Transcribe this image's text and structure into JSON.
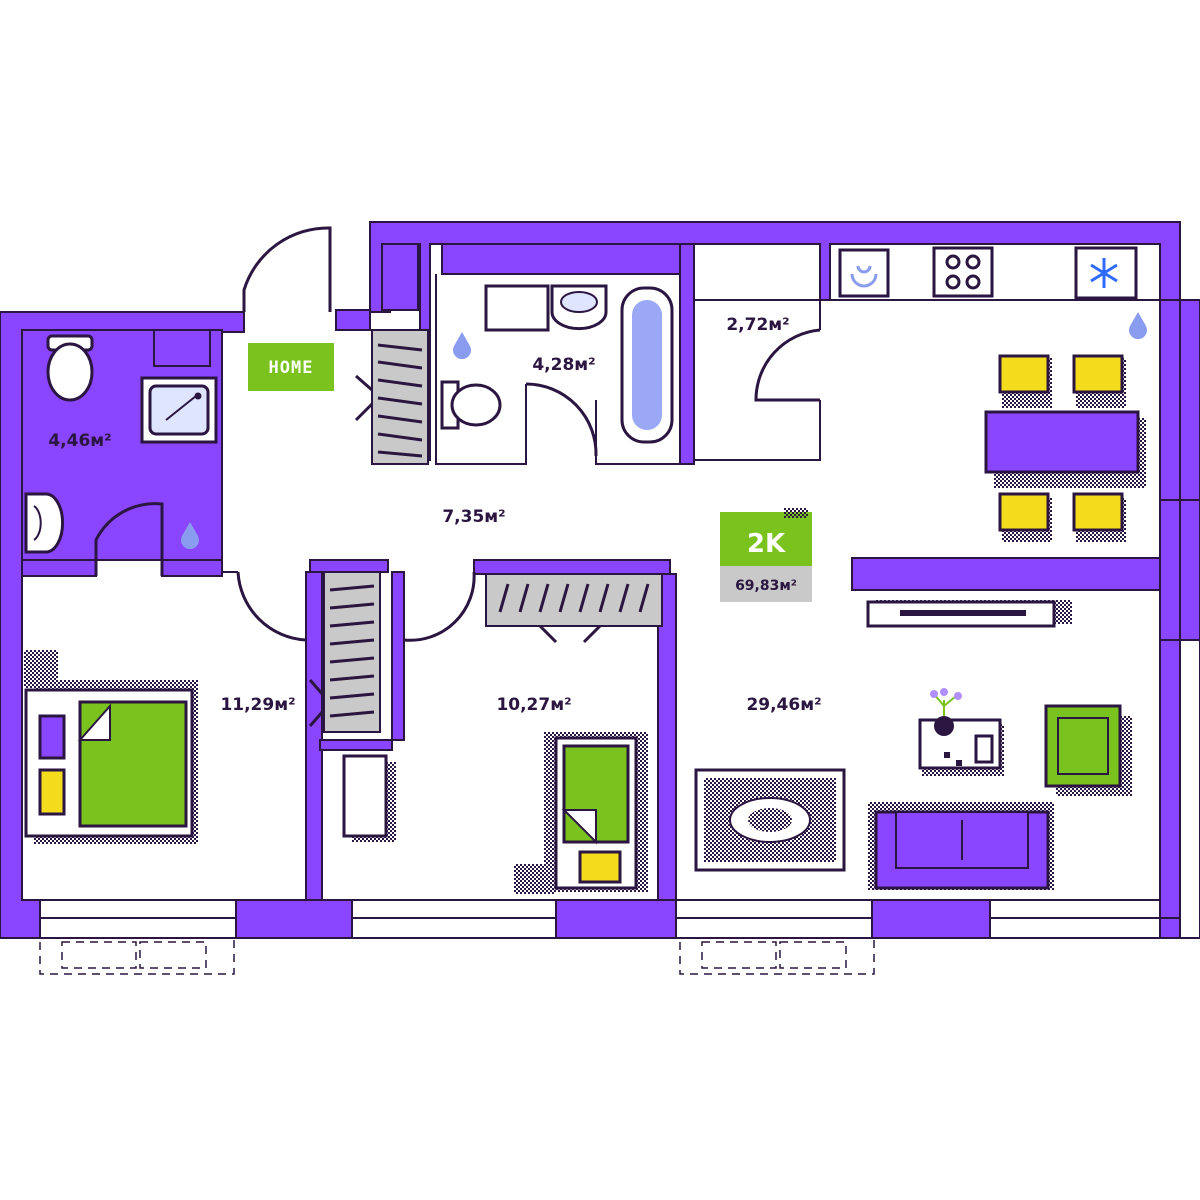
{
  "colors": {
    "wall": "#8a45ff",
    "outline": "#2a1640",
    "accent_green": "#7ac31f",
    "accent_yellow": "#f2dc1c",
    "gray": "#c9c9c9",
    "water": "#8a9cf0"
  },
  "logo": {
    "text": "HOME"
  },
  "badge": {
    "type": "2K",
    "total_area": "69,83м²"
  },
  "rooms": {
    "bathroom_left": {
      "area": "4,46м²"
    },
    "bathroom_center": {
      "area": "4,28м²"
    },
    "storage": {
      "area": "2,72м²"
    },
    "hallway": {
      "area": "7,35м²"
    },
    "bedroom": {
      "area": "11,29м²"
    },
    "kids_room": {
      "area": "10,27м²"
    },
    "living_kitchen": {
      "area": "29,46м²"
    }
  },
  "icons": [
    "water-drop-icon",
    "snowflake-icon",
    "stove-icon",
    "sink-icon",
    "vase-icon"
  ]
}
